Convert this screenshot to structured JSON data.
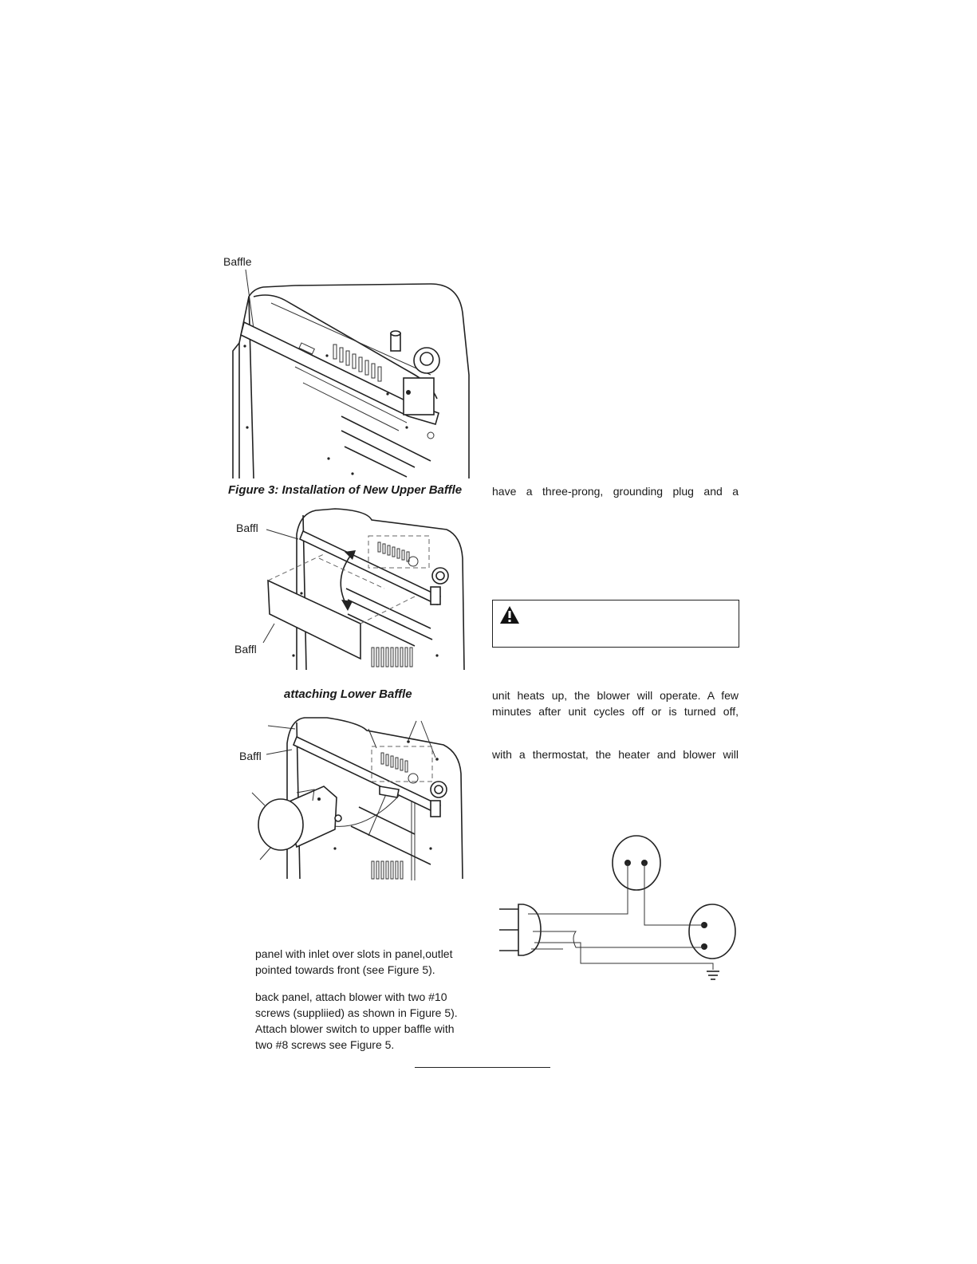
{
  "figure3": {
    "label_baffle": "Baffle",
    "caption": "Figure 3: Installation of New Upper Baffle"
  },
  "figure4": {
    "label_baffle_top": "Baffl",
    "label_baffle_bottom": "Baffl",
    "caption": "attaching Lower Baffle"
  },
  "figure5": {
    "label_baffle": "Baffl"
  },
  "right_column": {
    "line1": "have a three-prong, grounding plug and a",
    "line2": "unit heats up, the blower will operate. A few",
    "line3": "minutes after unit cycles off or is turned off,",
    "line4": "with a thermostat, the heater and blower will"
  },
  "warning": {
    "icon": "warning-triangle-icon"
  },
  "steps": {
    "para1_line1": "panel with inlet over slots in panel,outlet",
    "para1_line2": "pointed towards front (see Figure 5).",
    "para2_line1": "back panel, attach blower with two #10",
    "para2_line2": "screws (suppliied) as shown in Figure 5).",
    "para2_line3": "Attach blower switch to upper baffle with",
    "para2_line4": "two #8 screws see Figure 5."
  }
}
